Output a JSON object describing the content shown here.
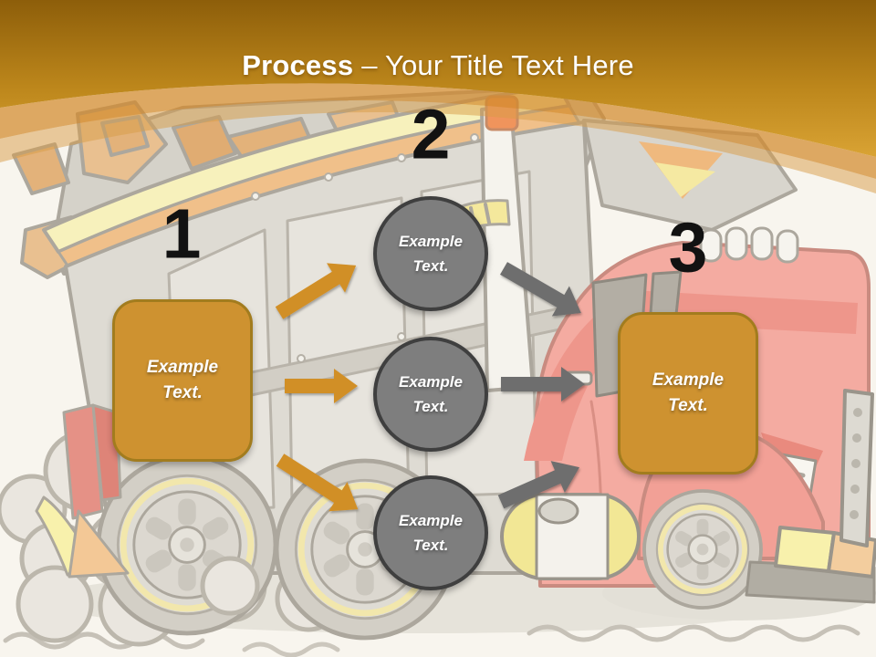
{
  "slide_title": {
    "emphasis": "Process",
    "rest": "– Your Title Text Here"
  },
  "steps": [
    {
      "number": "1",
      "label": "Example Text."
    },
    {
      "number": "2",
      "circles": [
        {
          "label": "Example Text."
        },
        {
          "label": "Example Text."
        },
        {
          "label": "Example Text."
        }
      ]
    },
    {
      "number": "3",
      "label": "Example Text."
    }
  ],
  "arrows": [
    {
      "name": "step1-to-circle-top",
      "color": "#D18F28"
    },
    {
      "name": "step1-to-circle-middle",
      "color": "#D18F28"
    },
    {
      "name": "step1-to-circle-bottom",
      "color": "#D18F28"
    },
    {
      "name": "circle-top-to-step3",
      "color": "#6E6E6E"
    },
    {
      "name": "circle-middle-to-step3",
      "color": "#6E6E6E"
    },
    {
      "name": "circle-bottom-to-step3",
      "color": "#6E6E6E"
    }
  ],
  "background": {
    "illustration": "cartoon-dump-truck",
    "color": "#F8F5EE"
  },
  "colors": {
    "header_gradient_top": "#8D5E0A",
    "header_gradient_bottom": "#D9A334",
    "step_box_fill": "#CE9230",
    "step_box_border": "#A27C1E",
    "circle_fill": "#7E7E7E",
    "circle_border": "#3F3F3F",
    "arrow_orange": "#D18F28",
    "arrow_gray": "#6E6E6E",
    "title_text": "#FFFFFF",
    "number_text": "#111111"
  }
}
